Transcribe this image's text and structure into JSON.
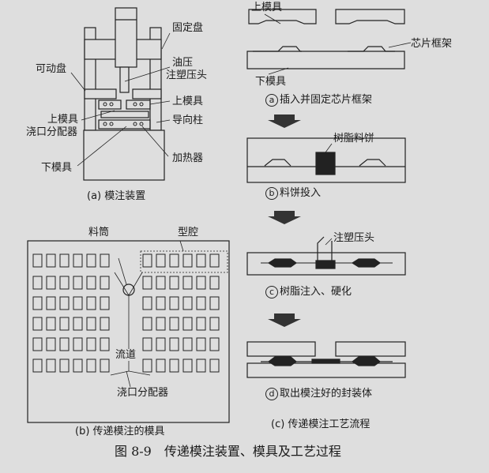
{
  "panel_a": {
    "labels": {
      "fixed_plate": "固定盘",
      "hydraulic": "油压",
      "plunger": "注塑压头",
      "movable_plate": "可动盘",
      "upper_die_right": "上模具",
      "guide_post": "导向柱",
      "upper_die_left": "上模具",
      "gate": "浇口分配器",
      "heater": "加热器",
      "lower_die": "下模具"
    },
    "caption": "(a) 模注装置"
  },
  "panel_b": {
    "labels": {
      "pot": "料筒",
      "cavity": "型腔",
      "runner": "流道",
      "gate": "浇口分配器"
    },
    "caption": "(b) 传递模注的模具"
  },
  "panel_c": {
    "labels": {
      "upper_die": "上模具",
      "lead_frame": "芯片框架",
      "lower_die": "下模具",
      "resin_tablet": "树脂料饼",
      "plunger": "注塑压头"
    },
    "steps": [
      {
        "mark": "a",
        "text": "插入并固定芯片框架"
      },
      {
        "mark": "b",
        "text": "料饼投入"
      },
      {
        "mark": "c",
        "text": "树脂注入、硬化"
      },
      {
        "mark": "d",
        "text": "取出模注好的封装体"
      }
    ],
    "caption": "(c) 传递模注工艺流程"
  },
  "figure_title": "图 8-9　传递模注装置、模具及工艺过程"
}
